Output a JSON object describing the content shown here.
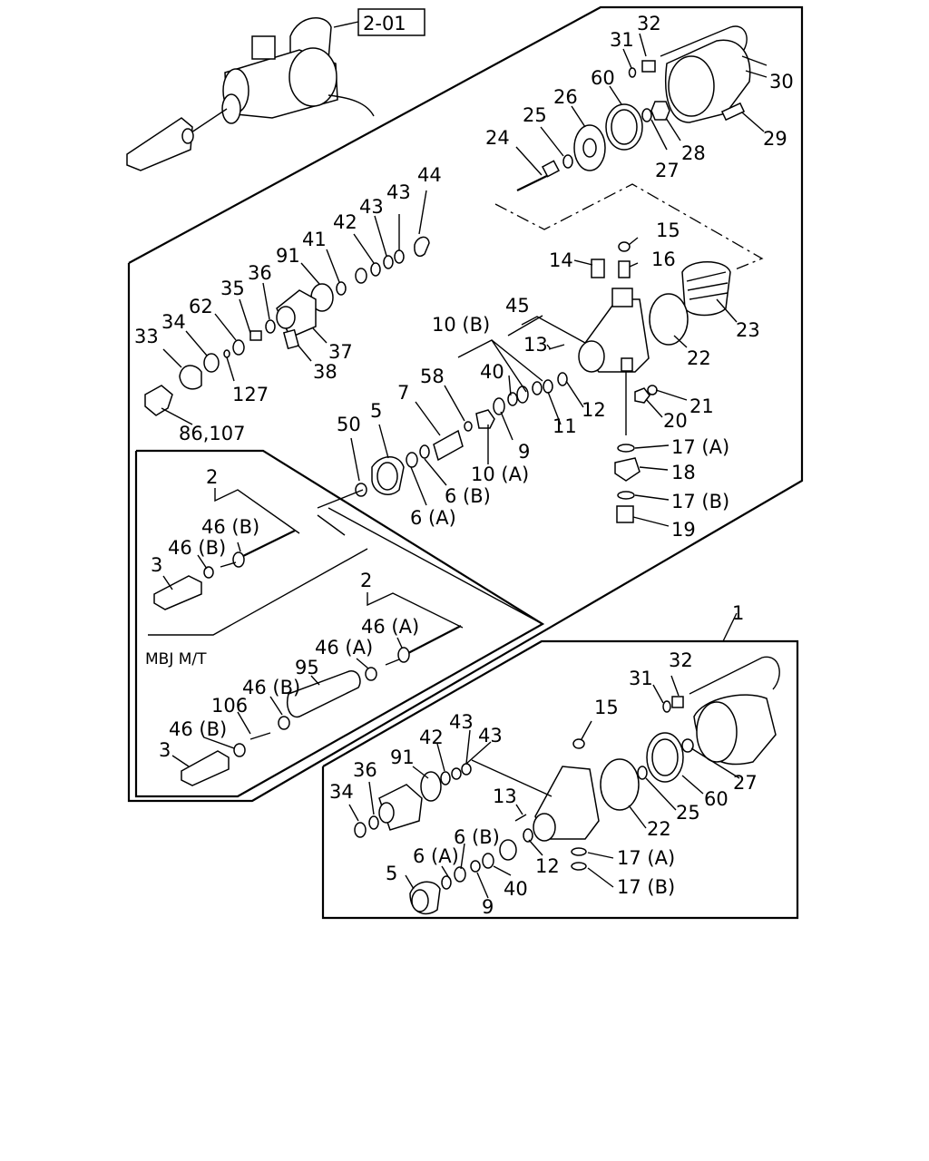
{
  "diagram": {
    "ref_box_label": "2-01",
    "variant_label": "MBJ M/T",
    "main_callouts": [
      "1",
      "2",
      "2",
      "3",
      "3",
      "5",
      "6 (A)",
      "6 (B)",
      "7",
      "9",
      "10 (A)",
      "10 (B)",
      "11",
      "12",
      "13",
      "14",
      "15",
      "16",
      "17 (A)",
      "17 (B)",
      "18",
      "19",
      "20",
      "21",
      "22",
      "23",
      "24",
      "25",
      "26",
      "27",
      "28",
      "29",
      "30",
      "31",
      "32",
      "33",
      "34",
      "35",
      "36",
      "37",
      "38",
      "40",
      "41",
      "42",
      "43",
      "43",
      "44",
      "45",
      "46 (B)",
      "46 (B)",
      "46 (A)",
      "46 (A)",
      "46 (B)",
      "46 (B)",
      "50",
      "58",
      "60",
      "62",
      "86,107",
      "91",
      "95",
      "106",
      "127"
    ],
    "inset_callouts": [
      "5",
      "6 (A)",
      "6 (B)",
      "9",
      "12",
      "13",
      "15",
      "17 (A)",
      "17 (B)",
      "22",
      "25",
      "27",
      "31",
      "32",
      "34",
      "36",
      "40",
      "42",
      "43",
      "43",
      "60",
      "91"
    ]
  }
}
